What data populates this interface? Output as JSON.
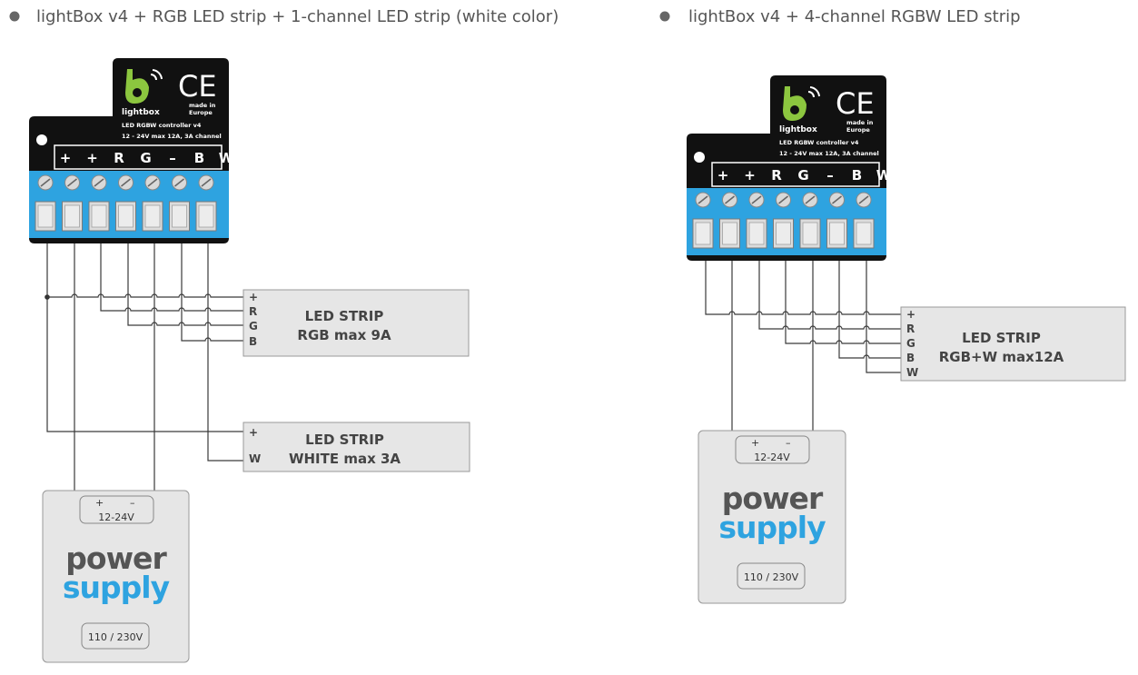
{
  "diagrams": [
    {
      "title": "lightBox v4 + RGB LED strip + 1-channel LED strip (white color)",
      "controller": {
        "brand": "lightbox",
        "ce_mark": "CE",
        "made_in": [
          "made in",
          "Europe"
        ],
        "model": "LED RGBW controller v4",
        "spec": "12 - 24V max 12A, 3A channel",
        "terminals": [
          "+",
          "+",
          "R",
          "G",
          "–",
          "B",
          "W"
        ]
      },
      "strips": [
        {
          "pins": [
            "+",
            "R",
            "G",
            "B"
          ],
          "lines": [
            "LED STRIP",
            "RGB max 9A"
          ]
        },
        {
          "pins": [
            "+",
            "W"
          ],
          "lines": [
            "LED STRIP",
            "WHITE max 3A"
          ]
        }
      ],
      "power_supply": {
        "plus": "+",
        "minus": "–",
        "output": "12-24V",
        "word1": "power",
        "word2": "supply",
        "input": "110 / 230V"
      }
    },
    {
      "title": "lightBox v4 + 4-channel RGBW LED strip",
      "controller": {
        "brand": "lightbox",
        "ce_mark": "CE",
        "made_in": [
          "made in",
          "Europe"
        ],
        "model": "LED RGBW controller v4",
        "spec": "12 - 24V max 12A, 3A channel",
        "terminals": [
          "+",
          "+",
          "R",
          "G",
          "–",
          "B",
          "W"
        ]
      },
      "strips": [
        {
          "pins": [
            "+",
            "R",
            "G",
            "B",
            "W"
          ],
          "lines": [
            "LED STRIP",
            "RGB+W max12A"
          ]
        }
      ],
      "power_supply": {
        "plus": "+",
        "minus": "–",
        "output": "12-24V",
        "word1": "power",
        "word2": "supply",
        "input": "110 / 230V"
      }
    }
  ],
  "colors": {
    "controller_body": "#111111",
    "terminal_blue": "#2ea3e0",
    "logo_green": "#8cc63f",
    "power_word": "#555555",
    "supply_word": "#2ea3e0",
    "box_fill": "#e6e6e6"
  }
}
